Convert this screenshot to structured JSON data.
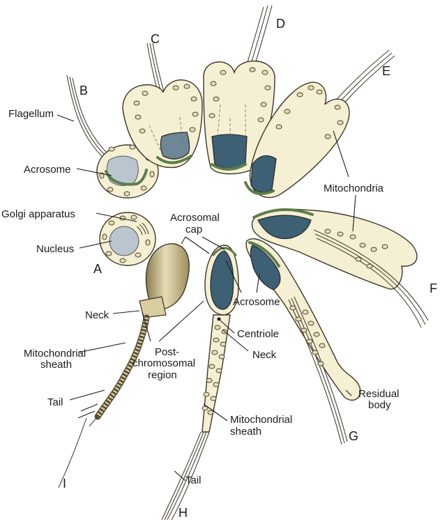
{
  "labels": {
    "flagellum": "Flagellum",
    "acrosome_b": "Acrosome",
    "golgi": "Golgi apparatus",
    "nucleus": "Nucleus",
    "mitochondria": "Mitochondria",
    "acrosomal_cap_1": "Acrosomal",
    "acrosomal_cap_2": "cap",
    "acrosome_h": "Acrosome",
    "centriole": "Centriole",
    "neck_h": "Neck",
    "neck_i": "Neck",
    "mito_sheath_i_1": "Mitochondrial",
    "mito_sheath_i_2": "sheath",
    "post_chromo_1": "Post-",
    "post_chromo_2": "chromosomal",
    "post_chromo_3": "region",
    "tail_i": "Tail",
    "mito_sheath_h_1": "Mitochondrial",
    "mito_sheath_h_2": "sheath",
    "tail_h": "Tail",
    "residual_1": "Residual",
    "residual_2": "body"
  },
  "stages": {
    "A": "A",
    "B": "B",
    "C": "C",
    "D": "D",
    "E": "E",
    "F": "F",
    "G": "G",
    "H": "H",
    "I": "I"
  },
  "colors": {
    "cytoplasm": "#f5efd3",
    "nucleus_dark": "#3d6075",
    "nucleus_pale": "#b9c6cf",
    "acrosome_green": "#5c7d4c",
    "mitochondria": "#e6dcb2",
    "mature_head": "#c9bb8a"
  }
}
